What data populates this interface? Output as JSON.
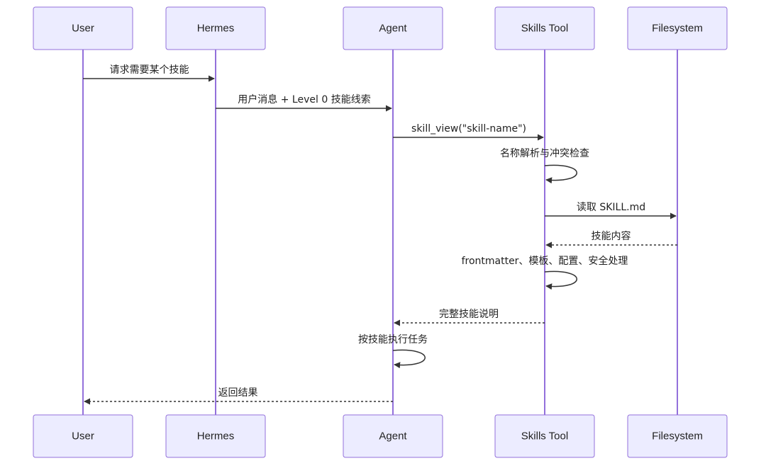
{
  "actors": [
    {
      "id": "user",
      "label": "User"
    },
    {
      "id": "hermes",
      "label": "Hermes"
    },
    {
      "id": "agent",
      "label": "Agent"
    },
    {
      "id": "skills",
      "label": "Skills Tool"
    },
    {
      "id": "fs",
      "label": "Filesystem"
    }
  ],
  "messages": [
    {
      "from": "user",
      "to": "hermes",
      "text": "请求需要某个技能",
      "style": "solid"
    },
    {
      "from": "hermes",
      "to": "agent",
      "text": "用户消息 + Level 0 技能线索",
      "style": "solid"
    },
    {
      "from": "agent",
      "to": "skills",
      "text": "skill_view(\"skill-name\")",
      "style": "solid"
    },
    {
      "from": "skills",
      "to": "skills",
      "text": "名称解析与冲突检查",
      "style": "solid"
    },
    {
      "from": "skills",
      "to": "fs",
      "text": "读取 SKILL.md",
      "style": "solid"
    },
    {
      "from": "fs",
      "to": "skills",
      "text": "技能内容",
      "style": "dashed"
    },
    {
      "from": "skills",
      "to": "skills",
      "text": "frontmatter、模板、配置、安全处理",
      "style": "solid"
    },
    {
      "from": "skills",
      "to": "agent",
      "text": "完整技能说明",
      "style": "dashed"
    },
    {
      "from": "agent",
      "to": "agent",
      "text": "按技能执行任务",
      "style": "solid"
    },
    {
      "from": "agent",
      "to": "user",
      "text": "返回结果",
      "style": "dashed"
    }
  ],
  "colors": {
    "actor_fill": "#ececff",
    "actor_border": "#9370db",
    "lifeline": "#9370db",
    "arrow": "#333333",
    "text": "#222222"
  }
}
